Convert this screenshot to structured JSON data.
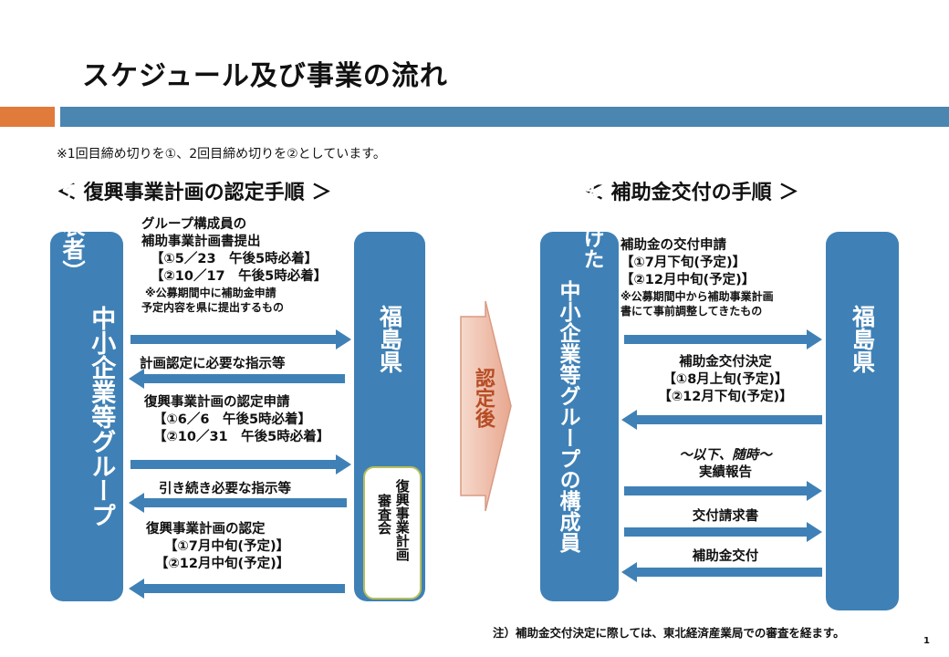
{
  "title": "スケジュール及び事業の流れ",
  "colors": {
    "accent_orange": "#e07b3b",
    "band_blue": "#4a86b0",
    "pillar_blue": "#3f81b6",
    "arrow_fill": "#f0c6b4"
  },
  "top_note": "※1回目締め切りを①、2回目締め切りを②としています。",
  "left_section": {
    "heading": "＜ 復興事業計画の認定手順 ＞",
    "actor_left_main": "中小企業等グループ",
    "actor_left_sub": "（代表者）",
    "actor_right": "福島県",
    "review_box": {
      "line1": "復興事業計画",
      "line2": "審査会"
    },
    "steps": [
      {
        "lines": [
          "グループ構成員の",
          "補助事業計画書提出",
          "【①5／23　午後5時必着】",
          "【②10／17　午後5時必着】"
        ],
        "note": [
          "※公募期間中に補助金申請",
          "予定内容を県に提出するもの"
        ]
      },
      {
        "lines": [
          "計画認定に必要な指示等"
        ]
      },
      {
        "lines": [
          "復興事業計画の認定申請",
          "【①6／6　午後5時必着】",
          "【②10／31　午後5時必着】"
        ]
      },
      {
        "lines": [
          "引き続き必要な指示等"
        ]
      },
      {
        "lines": [
          "復興事業計画の認定",
          "【①7月中旬(予定)】",
          "【②12月中旬(予定)】"
        ]
      }
    ]
  },
  "middle_arrow": "認定後",
  "right_section": {
    "heading": "＜ 補助金交付の手順 ＞",
    "actor_left_main": "中小企業等グループの構成員",
    "actor_left_sub": "認定を受けた",
    "actor_right": "福島県",
    "steps": [
      {
        "lines": [
          "補助金の交付申請",
          "【①7月下旬(予定)】",
          "【②12月中旬(予定)】"
        ],
        "note": [
          "※公募期間中から補助事業計画",
          "書にて事前調整してきたもの"
        ]
      },
      {
        "lines": [
          "補助金交付決定",
          "【①8月上旬(予定)】",
          "【②12月下旬(予定)】"
        ]
      },
      {
        "lines": [
          "～以下、随時～",
          "実績報告"
        ]
      },
      {
        "lines": [
          "交付請求書"
        ]
      },
      {
        "lines": [
          "補助金交付"
        ]
      }
    ]
  },
  "footnote": "注）補助金交付決定に際しては、東北経済産業局での審査を経ます。",
  "page_number": "1"
}
